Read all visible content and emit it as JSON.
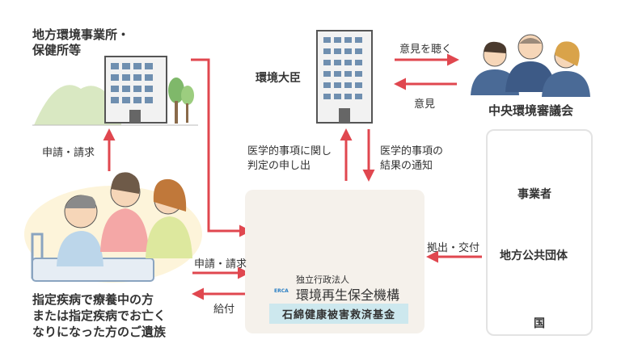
{
  "nodes": {
    "regional_office": "地方環境事業所・\n保健所等",
    "minister": "環境大臣",
    "council": "中央環境審議会",
    "victims_line1": "指定疾病で療養中の方",
    "victims_line2": "または指定疾病でお亡く",
    "victims_line3": "なりになった方のご遺族",
    "businesses": "事業者",
    "local_gov": "地方公共団体",
    "national": "国",
    "erca_small": "独立行政法人",
    "erca_name": "環境再生保全機構",
    "erca_logo_text": "ERCA",
    "fund": "石綿健康被害救済基金"
  },
  "edges": {
    "apply_up": "申請・請求",
    "listen_opinion": "意見を聴く",
    "opinion": "意見",
    "request_medical_1": "医学的事項に関し",
    "request_medical_2": "判定の申し出",
    "notify_medical_1": "医学的事項の",
    "notify_medical_2": "結果の通知",
    "apply_right": "申請・請求",
    "payment": "給付",
    "contribution": "拠出・交付"
  },
  "colors": {
    "arrow": "#e0474f",
    "fund_bg": "#cde8ee",
    "panel_bg": "#f5f1eb",
    "text": "#333333"
  }
}
